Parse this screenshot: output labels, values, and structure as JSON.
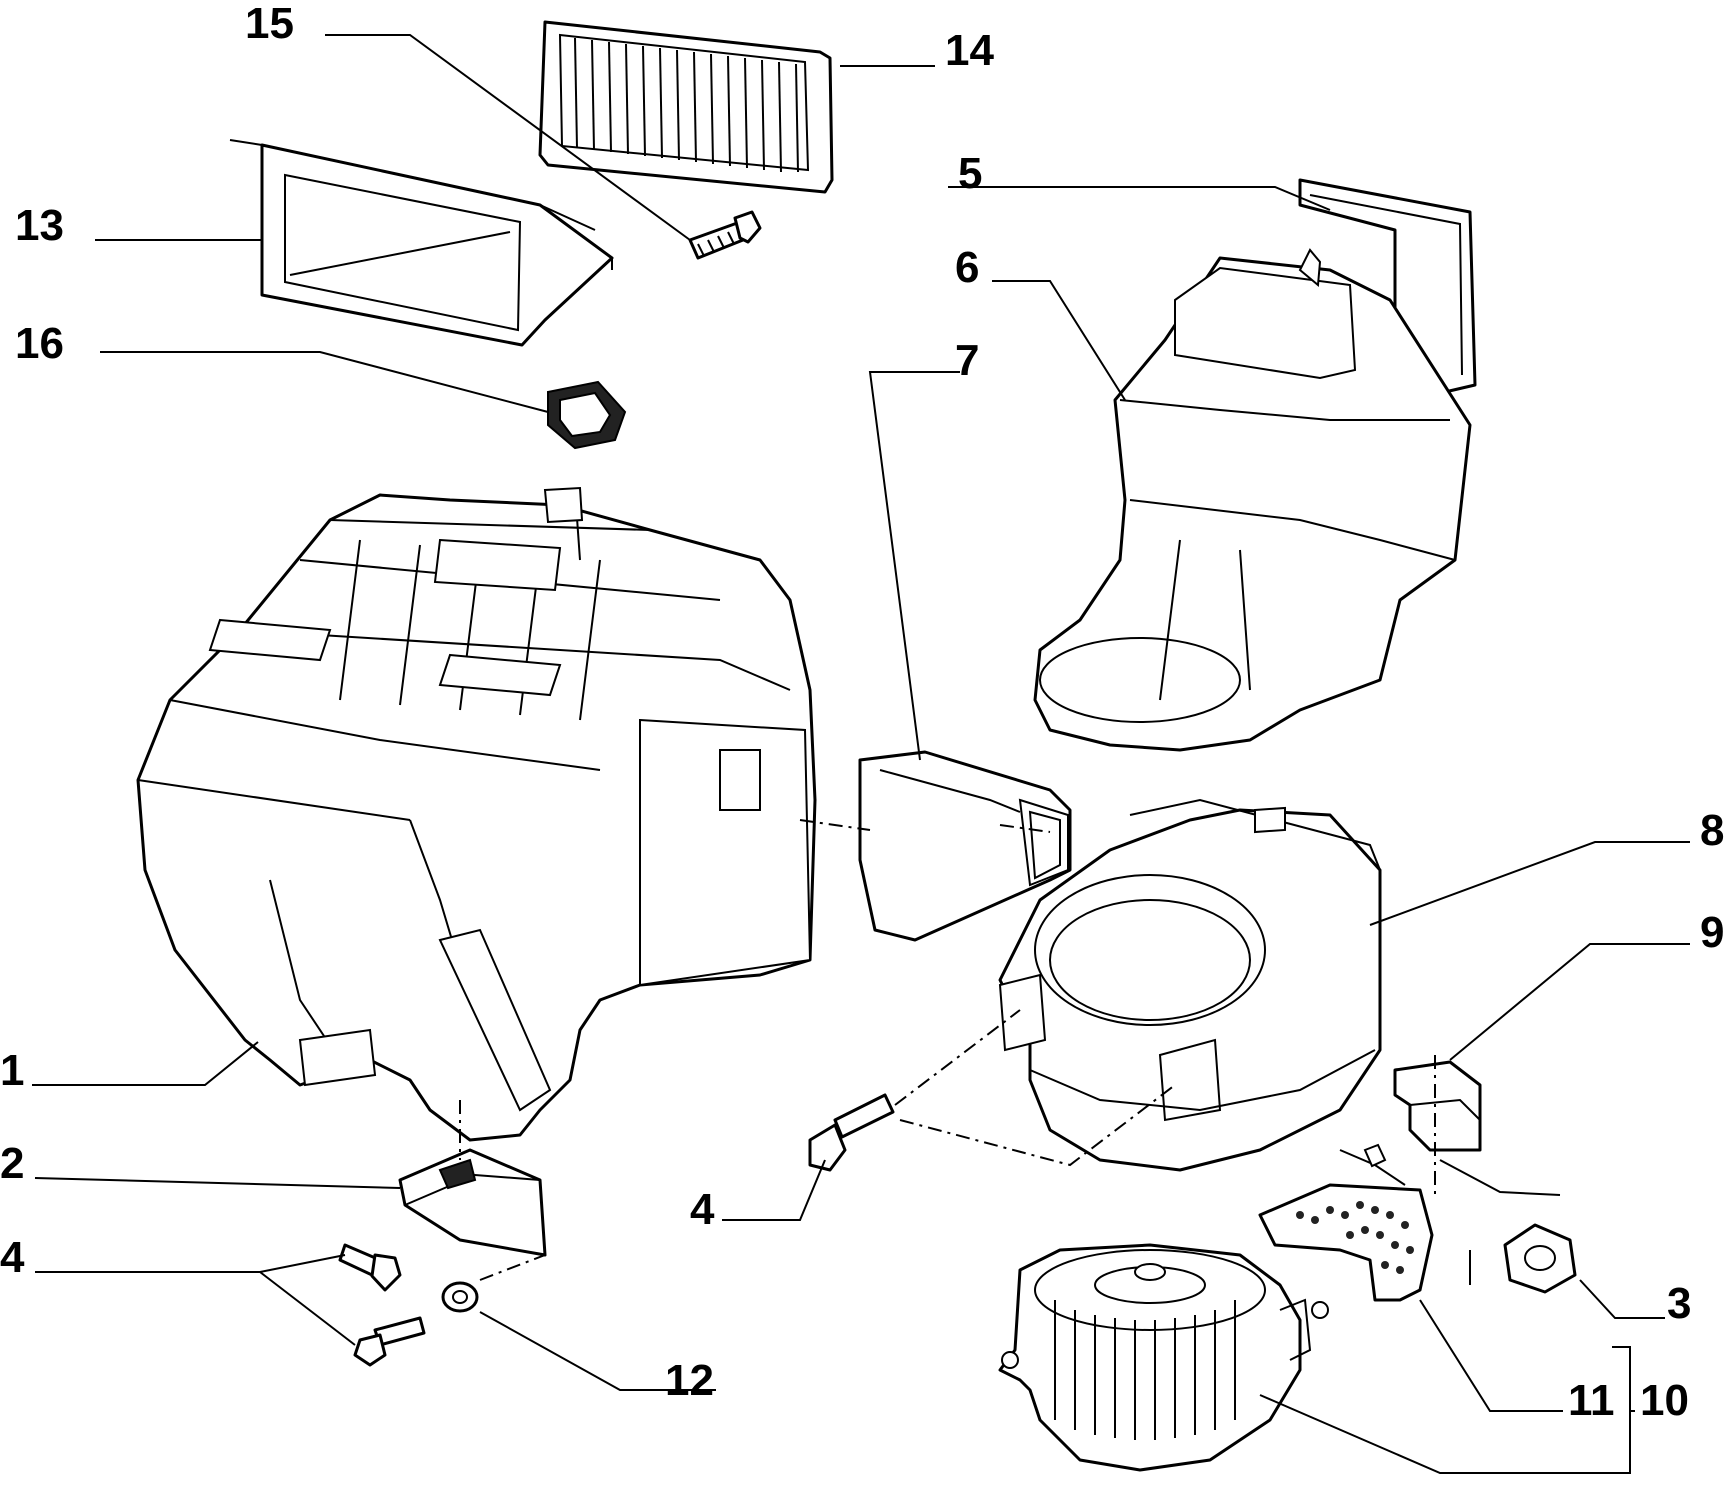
{
  "callouts": [
    {
      "id": "1",
      "text": "1"
    },
    {
      "id": "2",
      "text": "2"
    },
    {
      "id": "3",
      "text": "3"
    },
    {
      "id": "4a",
      "text": "4"
    },
    {
      "id": "4b",
      "text": "4"
    },
    {
      "id": "5",
      "text": "5"
    },
    {
      "id": "6",
      "text": "6"
    },
    {
      "id": "7",
      "text": "7"
    },
    {
      "id": "8",
      "text": "8"
    },
    {
      "id": "9",
      "text": "9"
    },
    {
      "id": "10",
      "text": "10"
    },
    {
      "id": "11",
      "text": "11"
    },
    {
      "id": "12",
      "text": "12"
    },
    {
      "id": "13",
      "text": "13"
    },
    {
      "id": "14",
      "text": "14"
    },
    {
      "id": "15",
      "text": "15"
    },
    {
      "id": "16",
      "text": "16"
    }
  ]
}
